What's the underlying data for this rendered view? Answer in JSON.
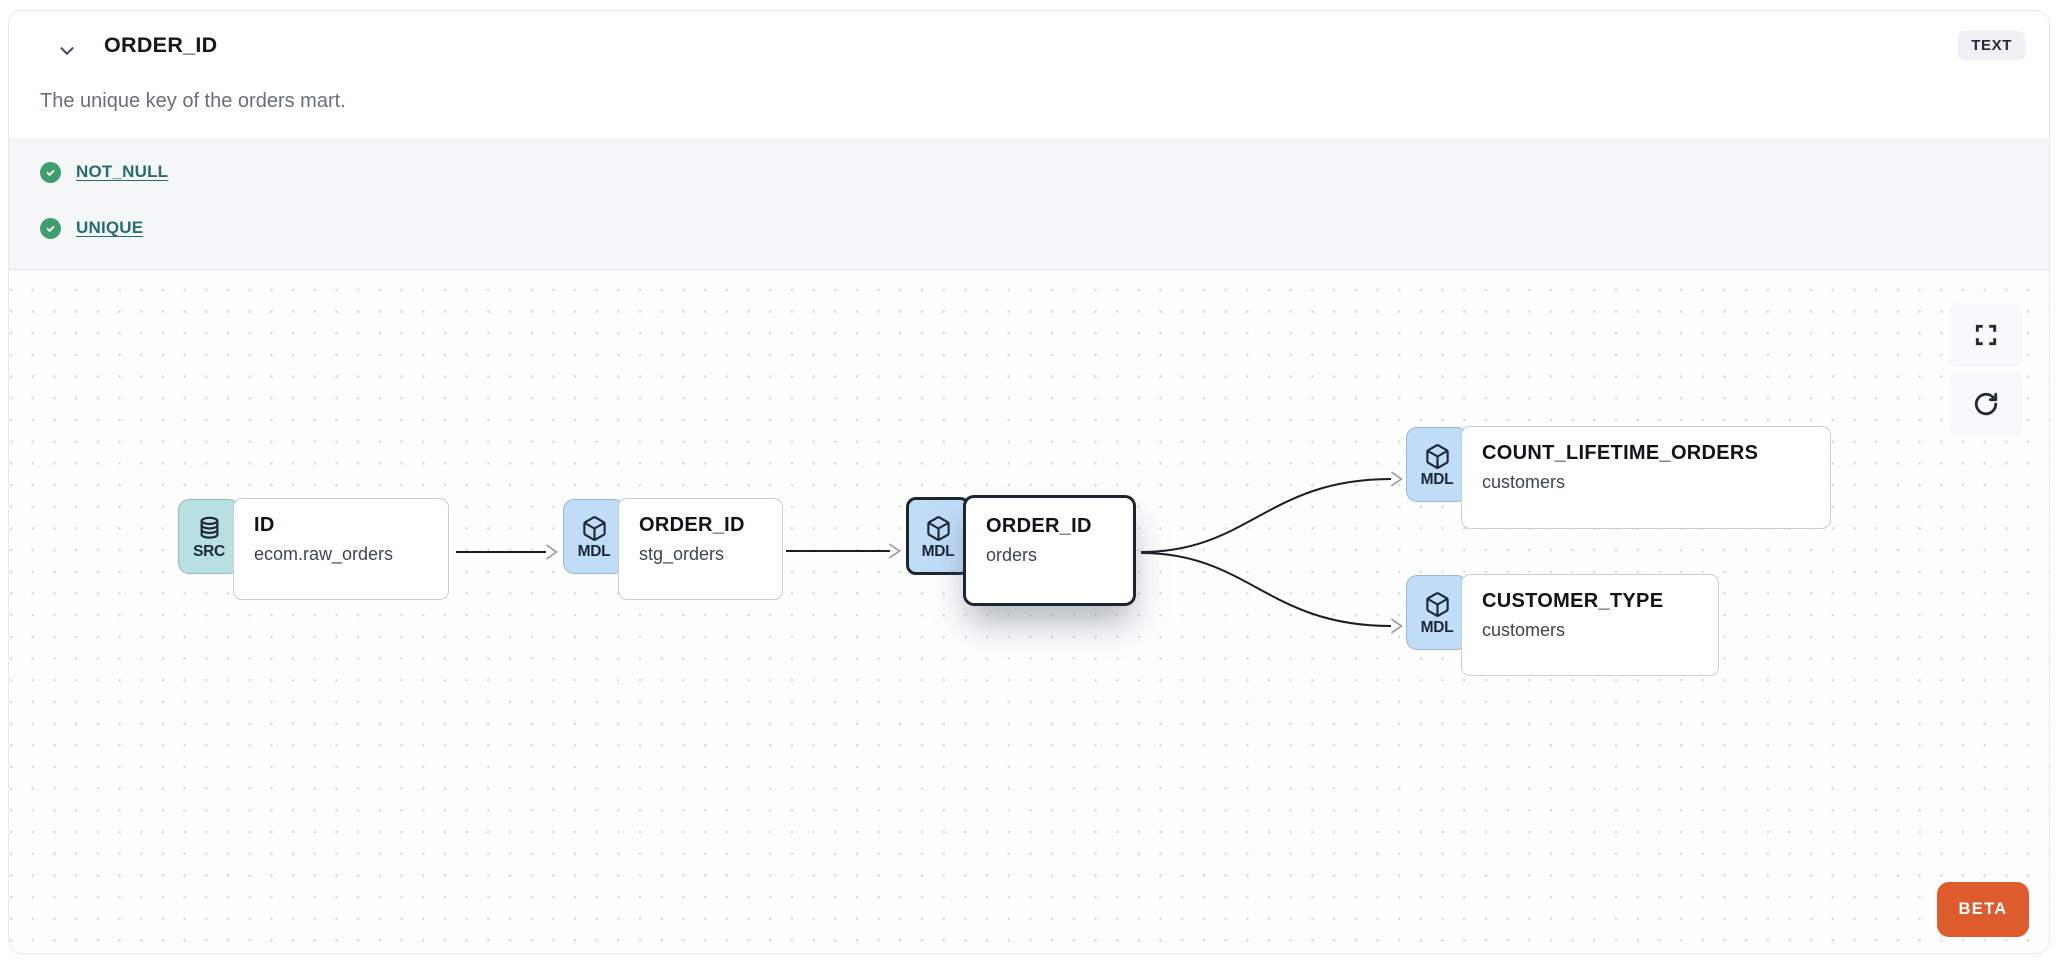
{
  "header": {
    "title": "ORDER_ID",
    "type_badge": "TEXT",
    "description": "The unique key of the orders mart."
  },
  "tests": {
    "items": [
      {
        "label": "NOT_NULL",
        "status": "pass"
      },
      {
        "label": "UNIQUE",
        "status": "pass"
      }
    ]
  },
  "lineage": {
    "nodes": [
      {
        "kind": "SRC",
        "icon": "database-icon",
        "title": "ID",
        "subtitle": "ecom.raw_orders",
        "selected": false
      },
      {
        "kind": "MDL",
        "icon": "box-icon",
        "title": "ORDER_ID",
        "subtitle": "stg_orders",
        "selected": false
      },
      {
        "kind": "MDL",
        "icon": "box-icon",
        "title": "ORDER_ID",
        "subtitle": "orders",
        "selected": true
      },
      {
        "kind": "MDL",
        "icon": "box-icon",
        "title": "COUNT_LIFETIME_ORDERS",
        "subtitle": "customers",
        "selected": false
      },
      {
        "kind": "MDL",
        "icon": "box-icon",
        "title": "CUSTOMER_TYPE",
        "subtitle": "customers",
        "selected": false
      }
    ],
    "controls": [
      {
        "icon": "fullscreen-icon"
      },
      {
        "icon": "refresh-icon"
      }
    ],
    "beta_label": "BETA"
  },
  "colors": {
    "check-green": "#3f9d6e",
    "link-teal": "#266d6d",
    "src-teal": "#b7e0e2",
    "mdl-blue": "#c0ddf8",
    "ink": "#1e2530",
    "beta-orange": "#de5b2d"
  }
}
